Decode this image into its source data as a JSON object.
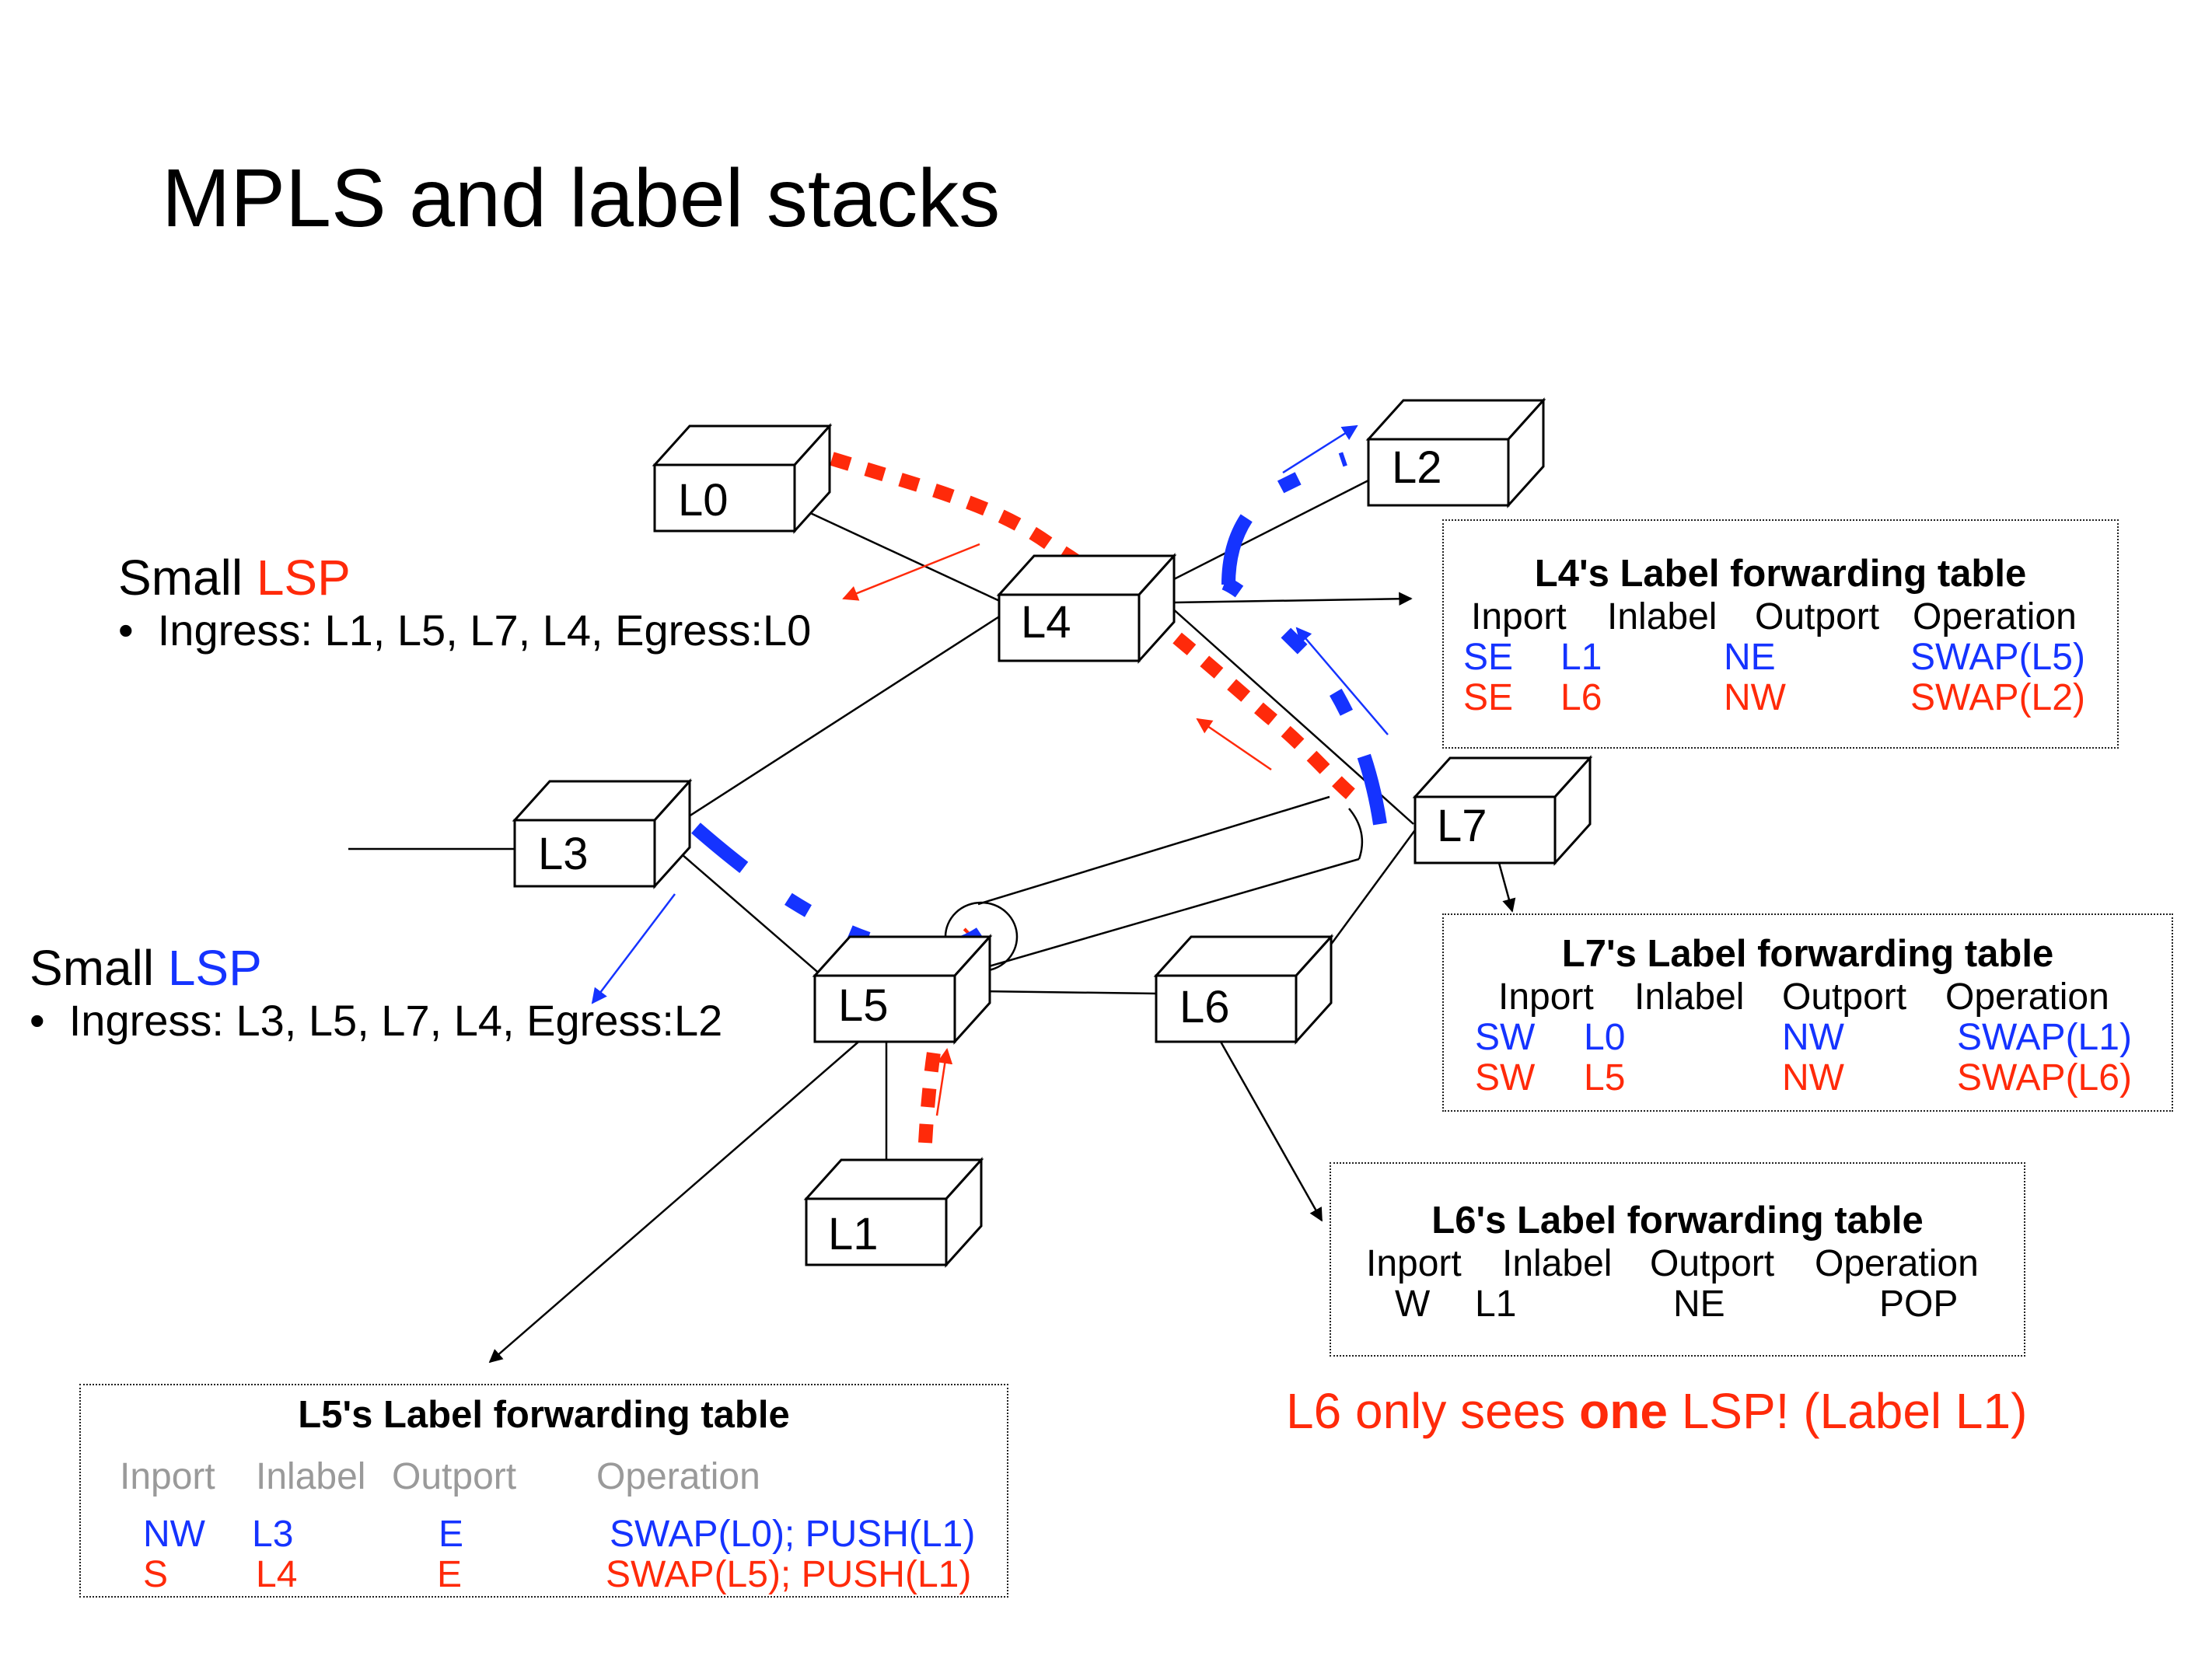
{
  "title": "MPLS and label stacks",
  "colors": {
    "red_lsp": "#ff2a0a",
    "blue_lsp": "#1533ff",
    "header_gray": "#9a9a9a"
  },
  "routers": [
    {
      "id": "L0",
      "label": "L0"
    },
    {
      "id": "L1",
      "label": "L1"
    },
    {
      "id": "L2",
      "label": "L2"
    },
    {
      "id": "L3",
      "label": "L3"
    },
    {
      "id": "L4",
      "label": "L4"
    },
    {
      "id": "L5",
      "label": "L5"
    },
    {
      "id": "L6",
      "label": "L6"
    },
    {
      "id": "L7",
      "label": "L7"
    }
  ],
  "red_lsp": {
    "prefix": "Small ",
    "name": "LSP",
    "bullet": "•",
    "path": "Ingress: L1, L5, L7, L4, Egress:L0"
  },
  "blue_lsp": {
    "prefix": "Small ",
    "name": "LSP",
    "bullet": "•",
    "path": "Ingress: L3, L5, L7, L4, Egress:L2"
  },
  "l4_table": {
    "title": "L4's Label forwarding table",
    "headers": [
      "Inport",
      "Inlabel",
      "Outport",
      "Operation"
    ],
    "rows": [
      {
        "color": "blue",
        "cells": [
          "SE",
          "L1",
          "NE",
          "SWAP(L5)"
        ]
      },
      {
        "color": "red",
        "cells": [
          "SE",
          "L6",
          "NW",
          "SWAP(L2)"
        ]
      }
    ]
  },
  "l7_table": {
    "title": "L7's Label forwarding table",
    "headers": [
      "Inport",
      "Inlabel",
      "Outport",
      "Operation"
    ],
    "rows": [
      {
        "color": "blue",
        "cells": [
          "SW",
          "L0",
          "NW",
          "SWAP(L1)"
        ]
      },
      {
        "color": "red",
        "cells": [
          "SW",
          "L5",
          "NW",
          "SWAP(L6)"
        ]
      }
    ]
  },
  "l6_table": {
    "title": "L6's Label forwarding table",
    "headers": [
      "Inport",
      "Inlabel",
      "Outport",
      "Operation"
    ],
    "rows": [
      {
        "color": "black",
        "cells": [
          "W",
          "L1",
          "NE",
          "POP"
        ]
      }
    ]
  },
  "l5_table": {
    "title": "L5's Label forwarding table",
    "headers": [
      "Inport",
      "Inlabel",
      "Outport",
      "Operation"
    ],
    "rows": [
      {
        "color": "blue",
        "cells": [
          "NW",
          "L3",
          "E",
          "SWAP(L0); PUSH(L1)"
        ]
      },
      {
        "color": "red",
        "cells": [
          "S",
          "L4",
          "E",
          "SWAP(L5); PUSH(L1)"
        ]
      }
    ]
  },
  "note": {
    "before": "L6 only sees ",
    "emphasis": "one",
    "after": " LSP! (Label L1)"
  }
}
